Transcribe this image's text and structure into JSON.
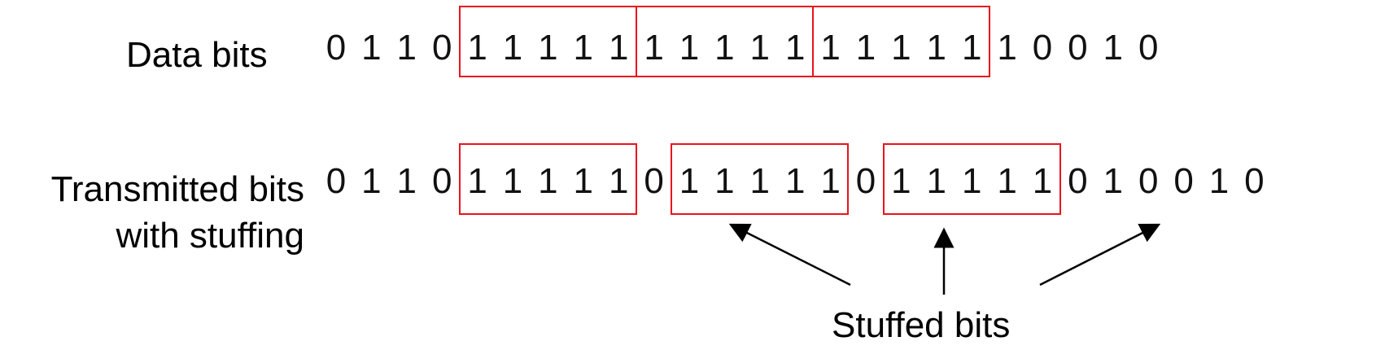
{
  "labels": {
    "data_bits": "Data bits",
    "transmitted_line1": "Transmitted bits",
    "transmitted_line2": "with stuffing",
    "stuffed_bits": "Stuffed bits"
  },
  "data_row": {
    "bits": [
      "0",
      "1",
      "1",
      "0",
      "1",
      "1",
      "1",
      "1",
      "1",
      "1",
      "1",
      "1",
      "1",
      "1",
      "1",
      "1",
      "1",
      "1",
      "1",
      "1",
      "0",
      "0",
      "1",
      "0"
    ],
    "groups": [
      {
        "start": 4,
        "end": 8
      },
      {
        "start": 9,
        "end": 13
      },
      {
        "start": 14,
        "end": 18
      }
    ]
  },
  "transmitted_row": {
    "bits": [
      "0",
      "1",
      "1",
      "0",
      "1",
      "1",
      "1",
      "1",
      "1",
      "0",
      "1",
      "1",
      "1",
      "1",
      "1",
      "0",
      "1",
      "1",
      "1",
      "1",
      "1",
      "0",
      "1",
      "0",
      "0",
      "1",
      "0"
    ],
    "groups": [
      {
        "start": 4,
        "end": 8
      },
      {
        "start": 10,
        "end": 14
      },
      {
        "start": 16,
        "end": 20
      }
    ],
    "stuffed_indices": [
      9,
      15,
      21
    ]
  },
  "colors": {
    "box": "#e8141c",
    "text": "#111111",
    "arrow": "#000000"
  }
}
